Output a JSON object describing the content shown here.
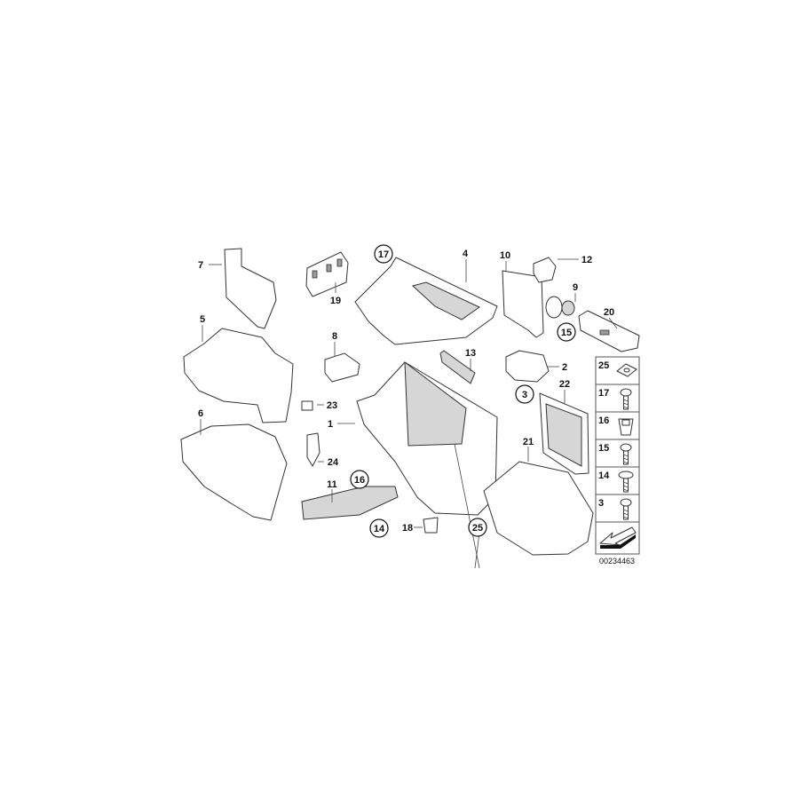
{
  "diagram": {
    "callouts": [
      {
        "text": "7",
        "circled": false
      },
      {
        "text": "19",
        "circled": false
      },
      {
        "text": "17",
        "circled": true
      },
      {
        "text": "4",
        "circled": false
      },
      {
        "text": "10",
        "circled": false
      },
      {
        "text": "12",
        "circled": false
      },
      {
        "text": "9",
        "circled": false
      },
      {
        "text": "20",
        "circled": false
      },
      {
        "text": "15",
        "circled": true
      },
      {
        "text": "5",
        "circled": false
      },
      {
        "text": "8",
        "circled": false
      },
      {
        "text": "13",
        "circled": false
      },
      {
        "text": "2",
        "circled": false
      },
      {
        "text": "3",
        "circled": true
      },
      {
        "text": "22",
        "circled": false
      },
      {
        "text": "23",
        "circled": false
      },
      {
        "text": "1",
        "circled": false
      },
      {
        "text": "21",
        "circled": false
      },
      {
        "text": "6",
        "circled": false
      },
      {
        "text": "24",
        "circled": false
      },
      {
        "text": "16",
        "circled": true
      },
      {
        "text": "11",
        "circled": false
      },
      {
        "text": "14",
        "circled": true
      },
      {
        "text": "18",
        "circled": false
      },
      {
        "text": "25",
        "circled": true
      }
    ],
    "legend": {
      "rows": [
        "25",
        "17",
        "16",
        "15",
        "14",
        "3"
      ],
      "icons": [
        "clip-nut-icon",
        "screw-icon",
        "expanding-nut-icon",
        "self-tapping-screw-icon",
        "collar-screw-icon",
        "oval-head-screw-icon"
      ],
      "direction_icon": "arrow-icon"
    },
    "diagram_id": "00234463"
  }
}
